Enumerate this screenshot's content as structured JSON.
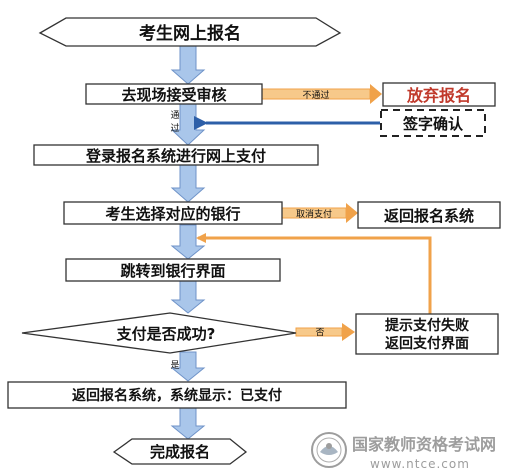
{
  "flowchart": {
    "start": "考生网上报名",
    "step_review": "去现场接受审核",
    "label_fail": "不通过",
    "abandon": "放弃报名",
    "label_pass": "通过",
    "sign_confirm": "签字确认",
    "step_login_pay": "登录报名系统进行网上支付",
    "step_select_bank": "考生选择对应的银行",
    "label_cancel_pay": "取消支付",
    "return_system": "返回报名系统",
    "step_jump_bank": "跳转到银行界面",
    "decision_success": "支付是否成功?",
    "label_no": "否",
    "fail_line1": "提示支付失败",
    "fail_line2": "返回支付界面",
    "label_yes": "是",
    "step_return_paid": "返回报名系统，系统显示：已支付",
    "end": "完成报名"
  },
  "watermark": {
    "title": "国家教师资格考试网",
    "url": "www.ntce.com"
  },
  "colors": {
    "arrow_blue": "#a9c6ea",
    "arrow_blue_edge": "#6f93c8",
    "feedback_orange": "#f0a24a",
    "abandon_red": "#c0392b",
    "watermark_gray": "#8c8c8c"
  }
}
